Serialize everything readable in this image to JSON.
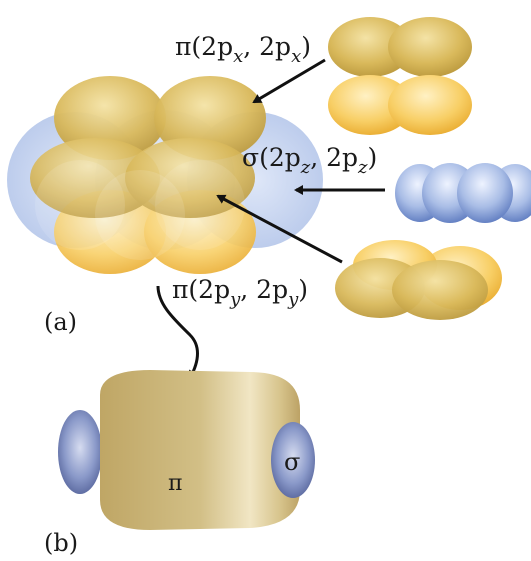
{
  "labels": {
    "pi_x": {
      "prefix": "π(2p",
      "sub1": "x",
      "mid": ", 2p",
      "sub2": "x",
      "suffix": ")"
    },
    "sigma_z": {
      "prefix": "σ(2p",
      "sub1": "z",
      "mid": ", 2p",
      "sub2": "z",
      "suffix": ")"
    },
    "pi_y": {
      "prefix": "π(2p",
      "sub1": "y",
      "mid": ", 2p",
      "sub2": "y",
      "suffix": ")"
    },
    "part_a": "(a)",
    "part_b": "(b)",
    "pi_symbol": "π",
    "sigma_symbol": "σ"
  },
  "colors": {
    "gold_lobe": "#d8b85a",
    "gold_light": "#f1dfa0",
    "orange_lobe": "#f7c24a",
    "blue_lobe": "#6f8fd0",
    "blue_light": "#c9d6f0",
    "cylinder": "#cdb87c",
    "cap": "#6f7fb0",
    "arrow": "#111111"
  }
}
